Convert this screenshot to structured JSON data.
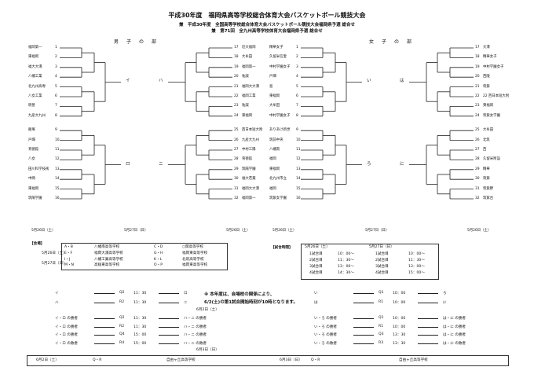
{
  "header": {
    "title": "平成30年度　福岡県高等学校総合体育大会バスケットボール競技大会",
    "sub1": "兼　平成30年度　全国高等学校総合体育大会バスケットボール競技大会福岡県予選 総合せ",
    "sub2": "兼　第71回　全九州高等学校体育大会福岡県予選 総合せ"
  },
  "boys": {
    "title": "男　子　の　部",
    "left": [
      "福岡第一",
      "東福岡",
      "福大大濠",
      "八幡工業",
      "北九州高専",
      "八女工業",
      "明善",
      "九産大九州",
      "飯塚",
      "戸畑",
      "育徳館",
      "八女",
      "田川科学技術",
      "中間",
      "東福岡",
      "筑陽学園"
    ],
    "right": [
      "近大福岡",
      "大牟田",
      "福岡第一",
      "祐誠",
      "福岡大大濠",
      "福岡工業",
      "祐誠",
      "東福岡",
      "西日本短大附",
      "九産大九州",
      "中村三陽",
      "育徳館",
      "筑陽学園",
      "福大若葉",
      "福岡大大濠",
      "福岡第一"
    ],
    "left_nums": [
      "1",
      "2",
      "3",
      "4",
      "5",
      "6",
      "7",
      "8",
      "9",
      "10",
      "11",
      "12",
      "13",
      "14",
      "15",
      "16"
    ],
    "right_nums": [
      "17",
      "18",
      "19",
      "20",
      "21",
      "22",
      "23",
      "24",
      "25",
      "26",
      "27",
      "28",
      "29",
      "30",
      "31",
      "32"
    ],
    "date1": "5月26日（土）",
    "date2": "5月27日（日）",
    "date3": "5月26日（土）",
    "midL": [
      "イ",
      "ロ"
    ],
    "midR": [
      "ハ",
      "ニ"
    ]
  },
  "girls": {
    "title": "女　子　の　部",
    "left": [
      "精華女子",
      "久留米信愛",
      "中村学園女子",
      "戸畑",
      "島",
      "東福岡",
      "大牟田",
      "中村学園女子",
      "ありあけ新世",
      "筑前中央",
      "八幡南",
      "福岡",
      "東福岡",
      "北九州市立",
      "福岡",
      "筑紫女学園"
    ],
    "right": [
      "大濠",
      "精華女子",
      "中村学園女子",
      "西陵",
      "筑紫",
      "22 西日本短大附",
      "東福岡",
      "筑紫女学園",
      "大牟田",
      "北筑",
      "西",
      "久留米附設",
      "精華",
      "筑紫",
      "筑紫野",
      "筑紫台"
    ],
    "left_nums": [
      "1",
      "2",
      "3",
      "4",
      "5",
      "6",
      "7",
      "8",
      "9",
      "10",
      "11",
      "12",
      "13",
      "14",
      "15",
      "16"
    ],
    "right_nums": [
      "17",
      "18",
      "19",
      "20",
      "21",
      "22",
      "23",
      "24",
      "25",
      "26",
      "27",
      "28",
      "29",
      "30",
      "31",
      "32"
    ],
    "date1": "5月26日（土）",
    "date2": "5月27日（日）",
    "date3": "5月26日（土）",
    "midL": [
      "い",
      "ろ"
    ],
    "midR": [
      "は",
      "に"
    ]
  },
  "venue": {
    "label": "【会場】",
    "d1": "5月26日（土）",
    "d2": "5月27日（日）",
    "rows": [
      [
        "A・B",
        "八幡南高等学校",
        "C・D",
        "○関高等学校"
      ],
      [
        "E・F",
        "福岡大濠高等学校",
        "G・H",
        "福岡東高等学校"
      ],
      [
        "I・J",
        "八幡工業高等学校",
        "K・L",
        "北筑高等学校"
      ],
      [
        "M・N",
        "高稜東高等学校",
        "O・P",
        "福岡東高等学校"
      ]
    ]
  },
  "times": {
    "label": "【試合時間】",
    "d1": "5月26日（土）",
    "d2": "5月27日（日）",
    "col1": [
      [
        "1試合目",
        "10：00～"
      ],
      [
        "2試合目",
        "11：30～"
      ],
      [
        "3試合目",
        "13：00～"
      ],
      [
        "4試合目",
        "14：30～"
      ]
    ],
    "col2": [
      [
        "1試合目",
        "10：00～"
      ],
      [
        "2試合目",
        "11：30～"
      ],
      [
        "3試合目",
        "13：00～"
      ],
      [
        "4試合目",
        "15：00～"
      ]
    ]
  },
  "notice": {
    "line1": "※ 本年度は、会場校の関係により、",
    "line2": "6/2(土)の第1試合開始時刻が10時となります。"
  },
  "finals_boys_top": [
    [
      "イ",
      "Q2",
      "11：30",
      "ロ"
    ],
    [
      "ハ",
      "R2",
      "11：30",
      "ニ"
    ]
  ],
  "finals_girls_top": [
    [
      "い",
      "Q1",
      "10：00",
      "ろ"
    ],
    [
      "は",
      "R1",
      "10：00",
      "に"
    ]
  ],
  "finals_date_top": "6月2日（土）",
  "finals_boys_bottom": [
    [
      "イ・ロ の勝者",
      "Q2",
      "11：30",
      "ハ・ニ の勝者"
    ],
    [
      "イ・ロ の勝者",
      "R2",
      "11：30",
      "ハ・ニ の勝者"
    ],
    [
      "イ・ロ の勝者",
      "Q4",
      "15：00",
      "ハ・ニ の勝者"
    ],
    [
      "イ・ロ の敗者",
      "R4",
      "15：00",
      "ハ・ニ の敗者"
    ]
  ],
  "finals_girls_bottom": [
    [
      "い・ろ の勝者",
      "Q1",
      "10：00",
      "は・に の勝者"
    ],
    [
      "い・ろ の勝者",
      "R1",
      "10：00",
      "は・に の勝者"
    ],
    [
      "い・ろ の勝者",
      "Q3",
      "13：30",
      "は・に の勝者"
    ],
    [
      "い・ろ の敗者",
      "R3",
      "13：30",
      "は・に の敗者"
    ]
  ],
  "finals_date_bottom": "6月3日（日）",
  "footer": {
    "d1": "6月2日（土）",
    "v1": "Q・R",
    "n1": "自由ヶ丘高等学校",
    "d2": "6月3日（日）",
    "v2": "Q・R",
    "n2": "自由ヶ丘高等学校"
  }
}
